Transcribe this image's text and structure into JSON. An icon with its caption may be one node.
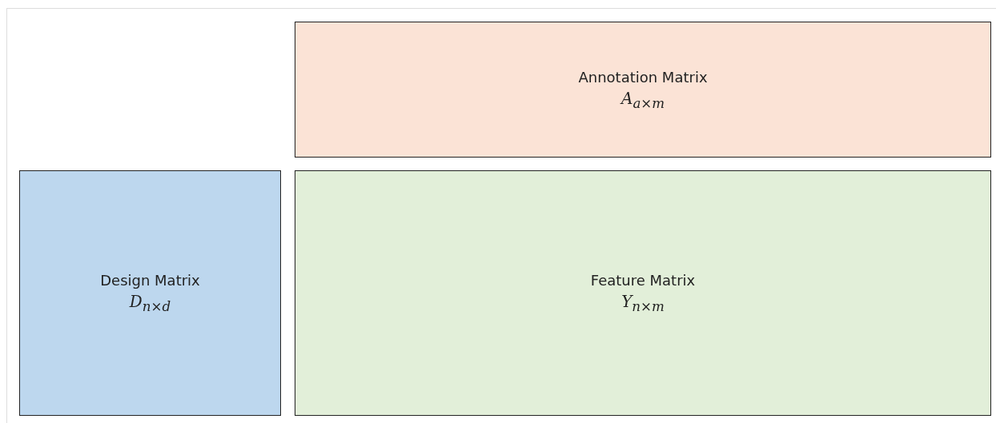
{
  "diagram": {
    "nodes": [
      {
        "text": [
          "Annotation Matrix",
          "A$_{a×m}$"
        ]
      },
      {
        "text": [
          "Design Matrix",
          "D$_{n×d}$"
        ]
      },
      {
        "text": [
          "Feature Matrix",
          "Y$_{n×m}$"
        ]
      }
    ]
  }
}
